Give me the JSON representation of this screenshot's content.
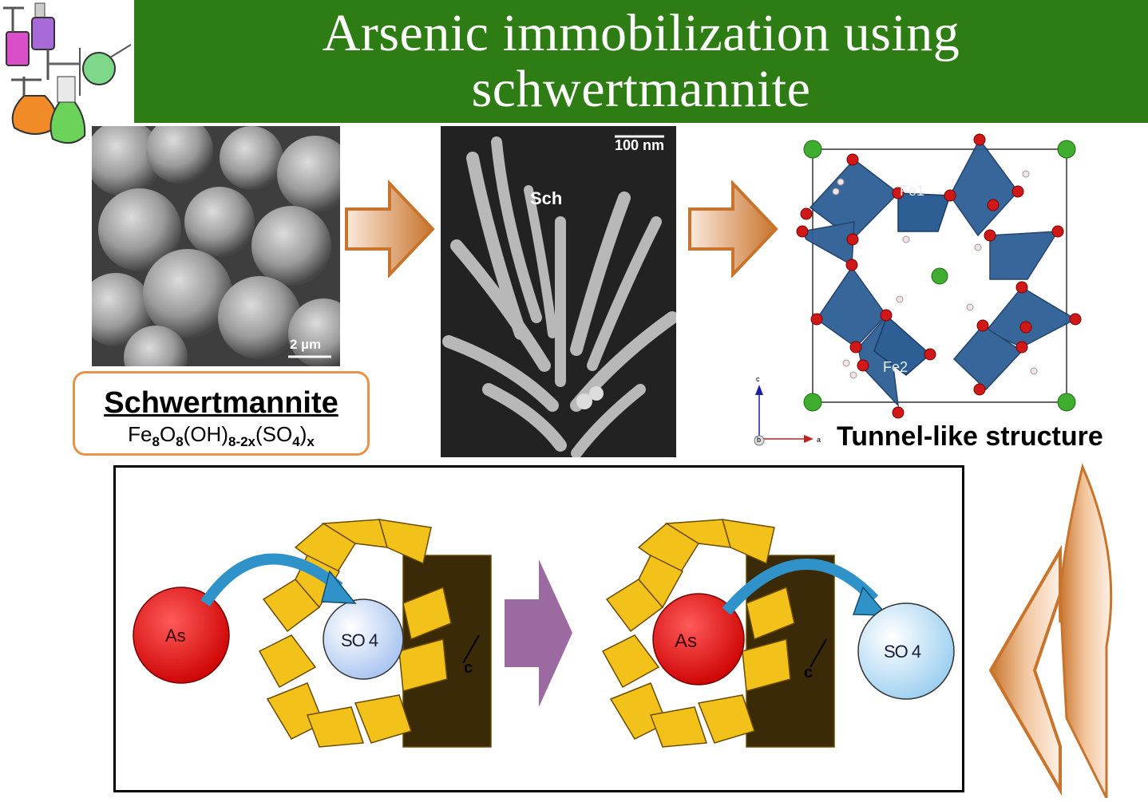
{
  "header": {
    "title_line1": "Arsenic immobilization using",
    "title_line2": "schwertmannite"
  },
  "sem_left": {
    "scale_label": "2 µm"
  },
  "sem_mid": {
    "scale_label": "100 nm",
    "region_label": "Sch"
  },
  "formula_box": {
    "name": "Schwertmannite",
    "formula_parts": [
      "Fe",
      "8",
      "O",
      "8",
      "(OH)",
      "8-2x",
      "(SO",
      "4",
      ")",
      "x"
    ]
  },
  "crystal": {
    "fe1_label": "Fe1",
    "fe2_label": "Fe2",
    "axis_c": "c",
    "axis_b": "b",
    "axis_a": "a",
    "caption": "Tunnel-like structure"
  },
  "mechanism": {
    "left": {
      "as_label": "As",
      "so4_label": "SO 4",
      "axis_label": "c"
    },
    "right": {
      "as_label": "As",
      "so4_label": "SO 4",
      "axis_label": "c"
    }
  },
  "colors": {
    "banner_green": "#2e7d14",
    "arrow_orange": "#c8742c",
    "box_border": "#e8924a",
    "octahedra_blue": "#2d5f95",
    "oxygen_red": "#d01818",
    "chloride_green": "#3fae2f",
    "mechanism_arrow": "#9b6aa0",
    "framework_yellow": "#f2c21a"
  }
}
